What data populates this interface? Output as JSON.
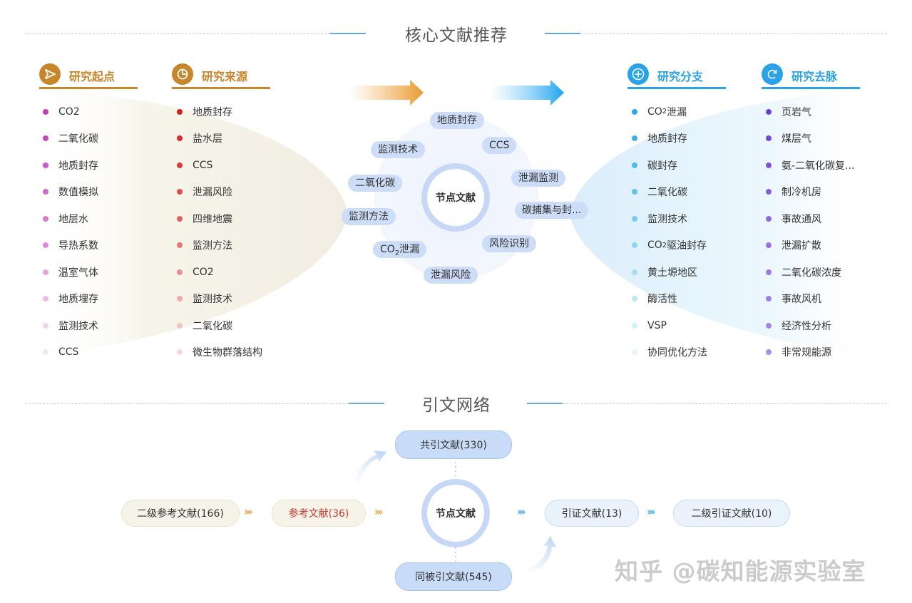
{
  "sections": {
    "core_title": "核心文献推荐",
    "citation_title": "引文网络"
  },
  "columns": {
    "origin": {
      "title": "研究起点",
      "items": [
        "CO2",
        "二氧化碳",
        "地质封存",
        "数值模拟",
        "地层水",
        "导热系数",
        "温室气体",
        "地质埋存",
        "监测技术",
        "CCS"
      ],
      "colors": [
        "#c73bb5",
        "#c946b9",
        "#cf55c0",
        "#d467c7",
        "#da79ce",
        "#df8bd5",
        "#e6a4de",
        "#ecbce6",
        "#f2d3ee",
        "#f3e6ef"
      ]
    },
    "source": {
      "title": "研究来源",
      "items": [
        "地质封存",
        "盐水层",
        "CCS",
        "泄漏风险",
        "四维地震",
        "监测方法",
        "CO2",
        "监测技术",
        "二氧化碳",
        "微生物群落结构"
      ],
      "colors": [
        "#d61d1d",
        "#d92a2a",
        "#dc3a3a",
        "#e04d4d",
        "#e36060",
        "#e77676",
        "#eb9090",
        "#efaaaa",
        "#f3c3c3",
        "#f6dada"
      ]
    },
    "branch": {
      "title": "研究分支",
      "items": [
        {
          "pre": "CO",
          "sub": "2",
          "post": "泄漏"
        },
        {
          "pre": "地质封存"
        },
        {
          "pre": "碳封存"
        },
        {
          "pre": "二氧化碳"
        },
        {
          "pre": "监测技术"
        },
        {
          "pre": "CO",
          "sub": "2",
          "post": "驱油封存"
        },
        {
          "pre": "黄土塬地区"
        },
        {
          "pre": "酶活性"
        },
        {
          "pre": "VSP"
        },
        {
          "pre": "协同优化方法"
        }
      ],
      "colors": [
        "#2ba8e6",
        "#3cb1e8",
        "#4dbaea",
        "#62c3ec",
        "#78cdef",
        "#8fd6f1",
        "#a6def4",
        "#bce7f6",
        "#d3eff9",
        "#e5f5fb"
      ]
    },
    "vein": {
      "title": "研究去脉",
      "items": [
        "页岩气",
        "煤层气",
        "氨-二氧化碳复...",
        "制冷机房",
        "事故通风",
        "泄漏扩散",
        "二氧化碳浓度",
        "事故风机",
        "经济性分析",
        "非常规能源"
      ],
      "colors": [
        "#6b3fcf",
        "#7448d2",
        "#7e54d6",
        "#8860d9",
        "#9169dc",
        "#9872de",
        "#9c79e0",
        "#a080e1",
        "#a587e3",
        "#aa8ee4"
      ]
    }
  },
  "cloud": {
    "center": "节点文献",
    "pills": [
      "地质封存",
      "CCS",
      "泄漏监测",
      "碳捕集与封...",
      "风险识别",
      "泄漏风险",
      "监测方法",
      "二氧化碳",
      "监测技术"
    ],
    "co2_pill": {
      "pre": "CO",
      "sub": "2",
      "post": "泄漏"
    }
  },
  "network": {
    "center": "节点文献",
    "co_cited": "共引文献(330)",
    "co_citing": "同被引文献(545)",
    "secondary_refs": "二级参考文献(166)",
    "refs": "参考文献(36)",
    "citing": "引证文献(13)",
    "secondary_citing": "二级引证文献(10)",
    "chevrons": "›››"
  },
  "watermark": "知乎 @碳知能源实验室"
}
